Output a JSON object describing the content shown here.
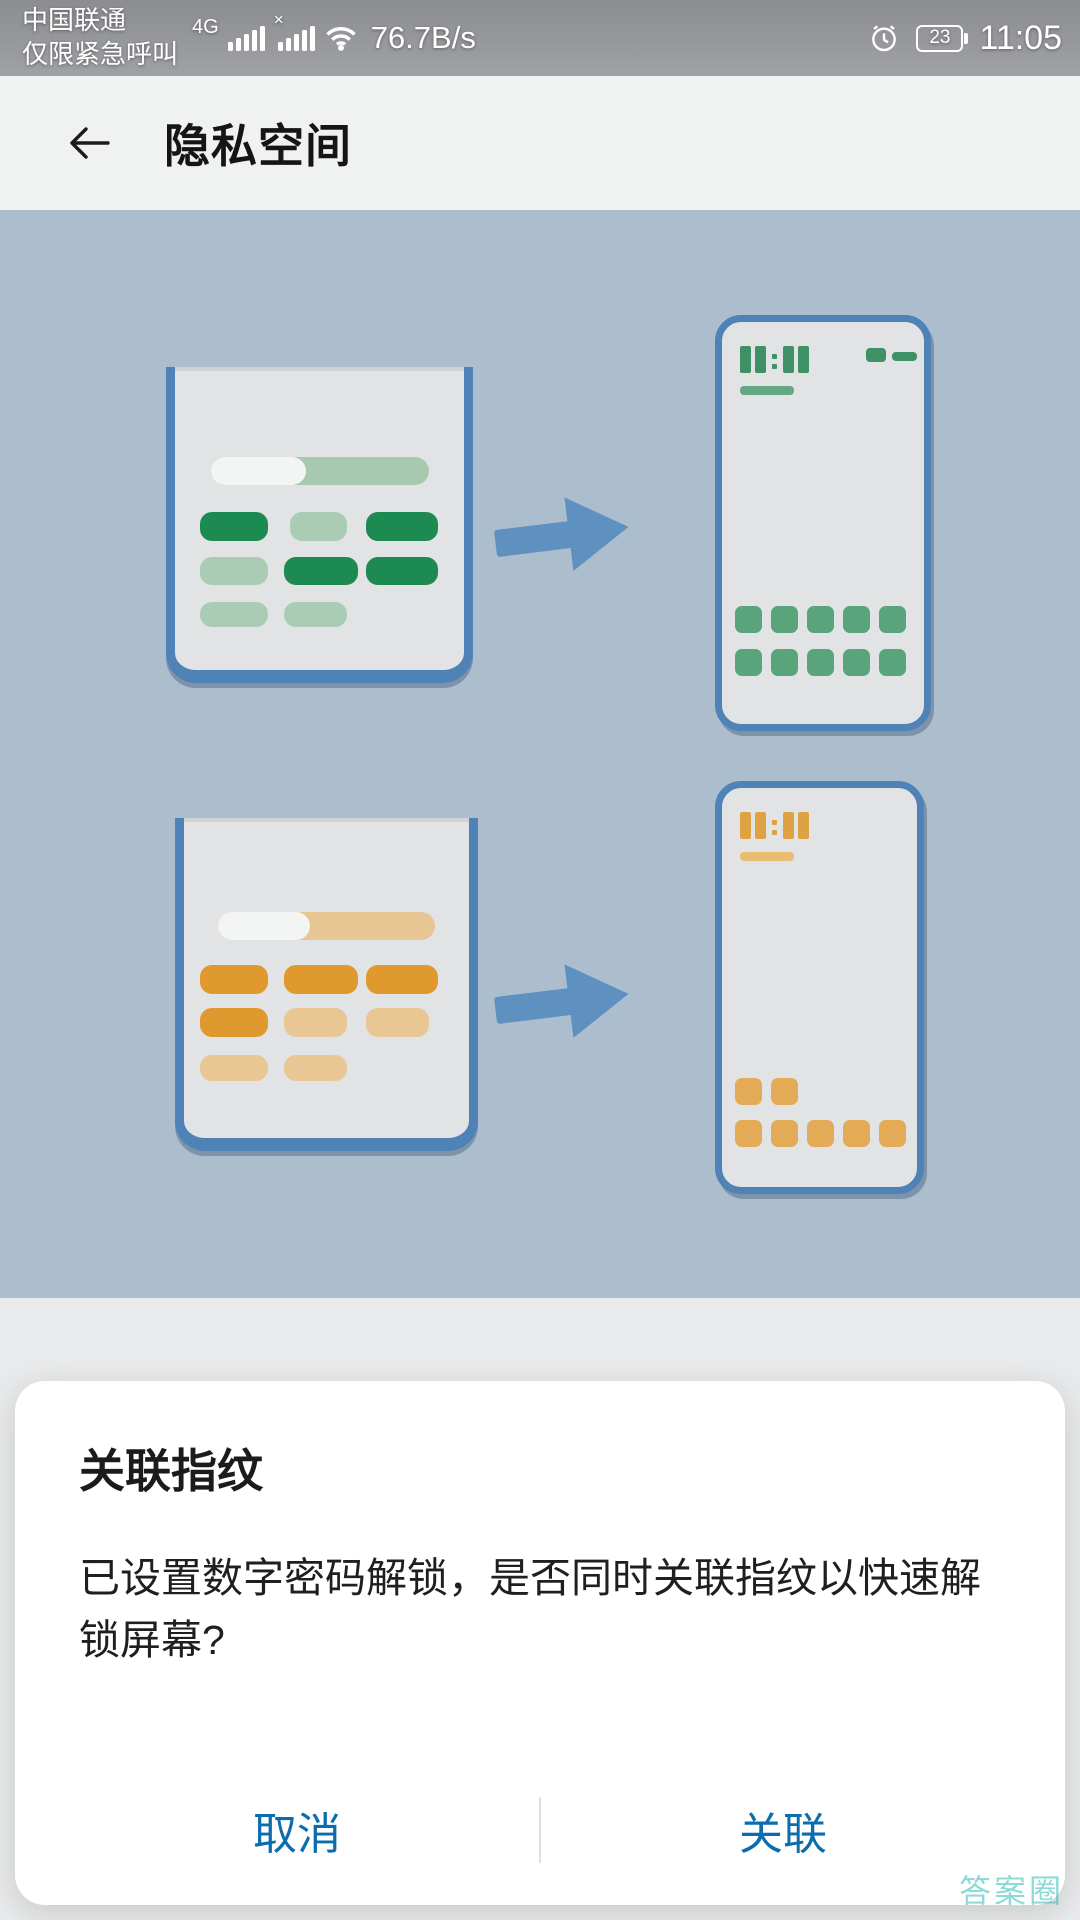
{
  "status_bar": {
    "carrier": "中国联通",
    "emergency_text": "仅限紧急呼叫",
    "network_type": "4G",
    "no_service_mark": "×",
    "network_speed": "76.7B/s",
    "battery_percent": "23",
    "time": "11:05"
  },
  "header": {
    "title": "隐私空间"
  },
  "dialog": {
    "title": "关联指纹",
    "message": "已设置数字密码解锁，是否同时关联指纹以快速解锁屏幕?",
    "cancel_label": "取消",
    "confirm_label": "关联"
  },
  "watermark": {
    "text": "答案圈"
  },
  "colors": {
    "accent_blue": "#0b6cae",
    "illustration_bg": "#acbecd",
    "phone_frame": "#4f83b7",
    "arrow_blue": "#5e90c0",
    "green_dark": "#1d8a51",
    "green_light": "#abccb4",
    "orange_dark": "#e0992e",
    "orange_light": "#e8c795"
  }
}
